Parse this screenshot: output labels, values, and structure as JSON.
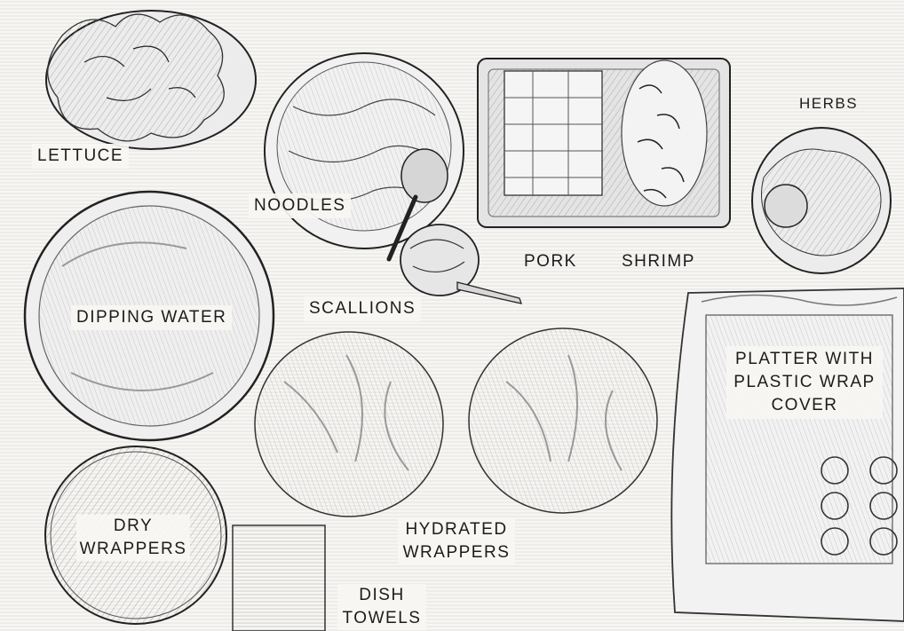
{
  "labels": {
    "lettuce": "LETTUCE",
    "noodles": "NOODLES",
    "pork": "PORK",
    "shrimp": "SHRIMP",
    "herbs": "HERBS",
    "dipping_water": "DIPPING WATER",
    "scallions": "SCALLIONS",
    "platter_line1": "PLATTER WITH",
    "platter_line2": "PLASTIC WRAP",
    "platter_line3": "COVER",
    "dry_line1": "DRY",
    "dry_line2": "WRAPPERS",
    "hydrated_line1": "HYDRATED",
    "hydrated_line2": "WRAPPERS",
    "towels_line1": "DISH",
    "towels_line2": "TOWELS"
  },
  "colors": {
    "ink": "#1c1c1c",
    "paper": "#f7f6f3",
    "shade": "#8a8a8a"
  }
}
